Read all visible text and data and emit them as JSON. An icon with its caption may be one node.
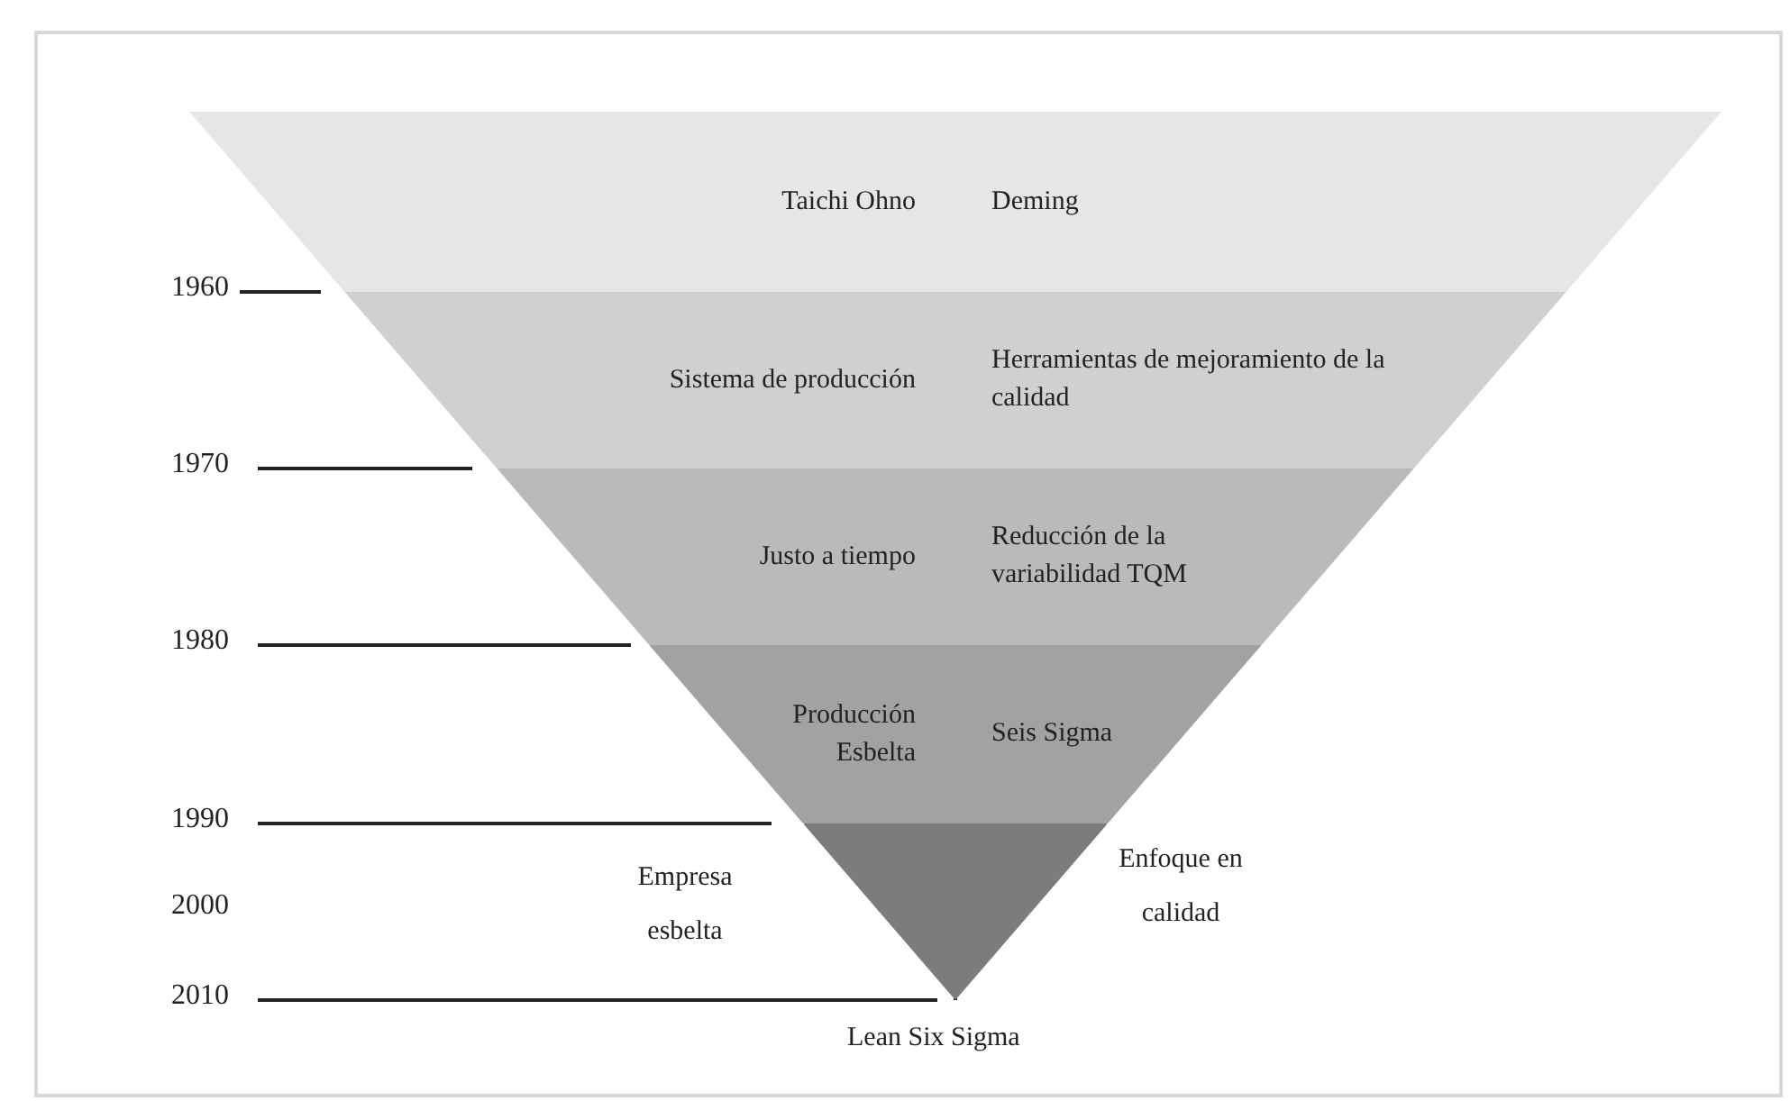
{
  "diagram": {
    "nodes": [
      {
        "text": [
          "Taichi Ohno",
          "Deming"
        ]
      },
      {
        "text": [
          "Sistema de producción",
          "Herramientas de mejoramiento de la calidad"
        ]
      },
      {
        "text": [
          "Justo a tiempo",
          "Reducción de la variabilidad TQM"
        ]
      },
      {
        "text": [
          "Producción Esbelta",
          "Seis Sigma"
        ]
      },
      {
        "text": [],
        "shape": "triangle"
      }
    ],
    "labels": [
      "1960",
      "1970",
      "1980",
      "1990",
      "2000",
      "2010",
      "Empresa esbelta",
      "Enfoque en calidad",
      "Lean Six Sigma"
    ]
  }
}
